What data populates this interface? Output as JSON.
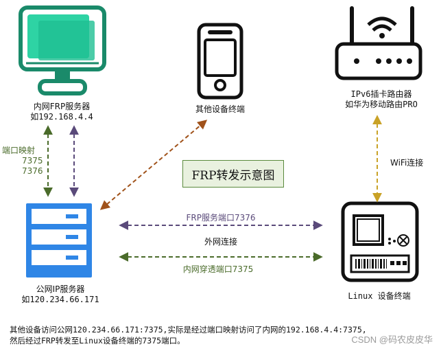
{
  "title": "FRP转发示意图",
  "nodes": {
    "intranet": {
      "line1": "内网FRP服务器",
      "line2": "如192.168.4.4"
    },
    "public": {
      "line1": "公网IP服务器",
      "line2": "如120.234.66.171"
    },
    "other": {
      "line1": "其他设备终端"
    },
    "router": {
      "line1": "IPv6插卡路由器",
      "line2": "如华为移动路由PRO"
    },
    "linux": {
      "line1": "Linux 设备终端"
    }
  },
  "edges": {
    "port_map_label": "端口映射",
    "port_a": "7375",
    "port_b": "7376",
    "wifi": "WiFi连接",
    "frp_service": "FRP服务端口7376",
    "external": "外网连接",
    "intranet_pass": "内网穿透端口7375"
  },
  "footnote": {
    "line1": "其他设备访问公网120.234.66.171:7375,实际是经过端口映射访问了内网的192.168.4.4:7375,",
    "line2": "然后经过FRP转发至Linux设备终端的7375端口。"
  },
  "watermark": "CSDN @码农皮皮华",
  "colors": {
    "green_dashed": "#4a6b2a",
    "purple_dashed": "#5a4a7a",
    "brown_dashed": "#a0521a",
    "gold_dashed": "#c9a227",
    "monitor": "#1a8a6a",
    "server": "#2f86e6"
  }
}
